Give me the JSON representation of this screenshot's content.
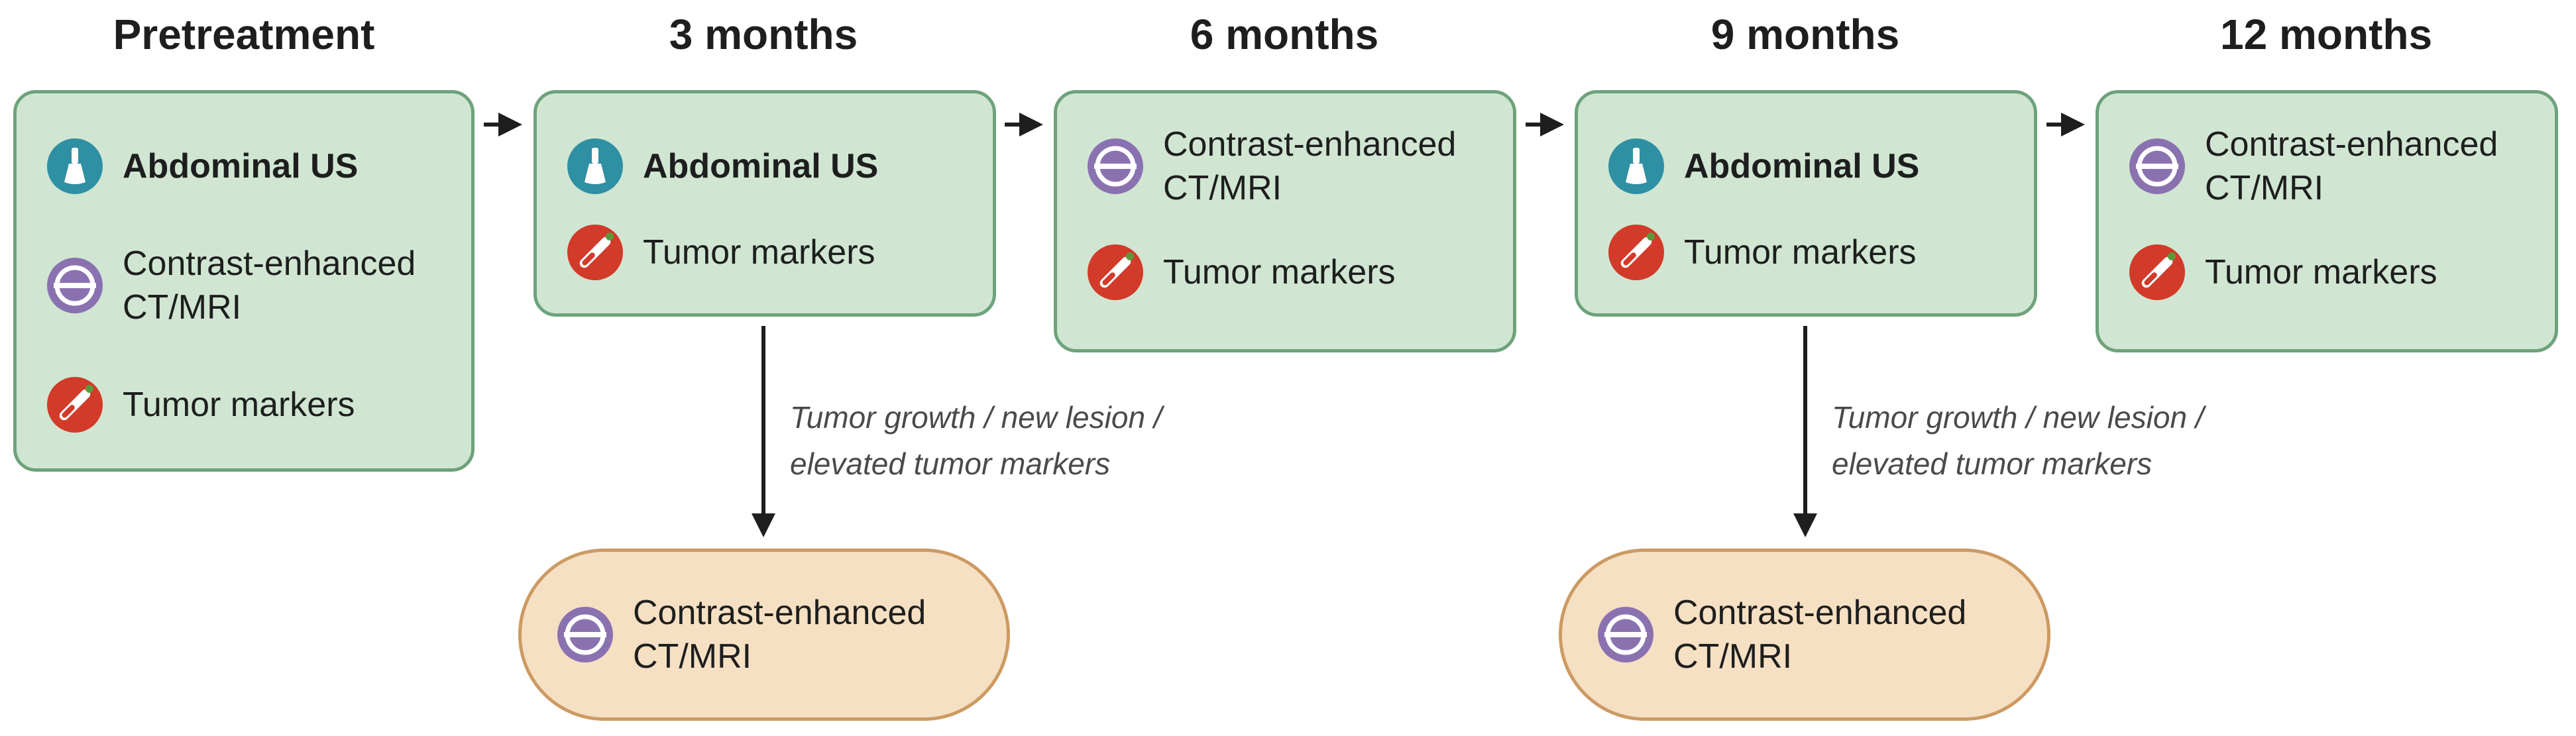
{
  "stages": [
    {
      "title": "Pretreatment",
      "items": [
        {
          "icon": "ultrasound-probe-icon",
          "label": "Abdominal US",
          "bold": true
        },
        {
          "icon": "ct-scanner-icon",
          "label": "Contrast-enhanced\nCT/MRI",
          "bold": false
        },
        {
          "icon": "test-tube-icon",
          "label": "Tumor markers",
          "bold": false
        }
      ]
    },
    {
      "title": "3 months",
      "items": [
        {
          "icon": "ultrasound-probe-icon",
          "label": "Abdominal US",
          "bold": true
        },
        {
          "icon": "test-tube-icon",
          "label": "Tumor markers",
          "bold": false
        }
      ]
    },
    {
      "title": "6 months",
      "items": [
        {
          "icon": "ct-scanner-icon",
          "label": "Contrast-enhanced\nCT/MRI",
          "bold": false
        },
        {
          "icon": "test-tube-icon",
          "label": "Tumor markers",
          "bold": false
        }
      ]
    },
    {
      "title": "9 months",
      "items": [
        {
          "icon": "ultrasound-probe-icon",
          "label": "Abdominal US",
          "bold": true
        },
        {
          "icon": "test-tube-icon",
          "label": "Tumor markers",
          "bold": false
        }
      ]
    },
    {
      "title": "12 months",
      "items": [
        {
          "icon": "ct-scanner-icon",
          "label": "Contrast-enhanced\nCT/MRI",
          "bold": false
        },
        {
          "icon": "test-tube-icon",
          "label": "Tumor markers",
          "bold": false
        }
      ]
    }
  ],
  "branches": [
    {
      "from_stage": 1,
      "condition": "Tumor growth / new lesion /\nelevated tumor markers",
      "result": {
        "icon": "ct-scanner-icon",
        "label": "Contrast-enhanced\nCT/MRI"
      }
    },
    {
      "from_stage": 3,
      "condition": "Tumor growth / new lesion /\nelevated tumor markers",
      "result": {
        "icon": "ct-scanner-icon",
        "label": "Contrast-enhanced\nCT/MRI"
      }
    }
  ],
  "colors": {
    "stage_fill": "#d0e6d2",
    "stage_border": "#6ea27b",
    "result_fill": "#f6e0c3",
    "result_border": "#cc9a62",
    "ultrasound_icon": "#2f8fa3",
    "ct_icon": "#8a72b0",
    "marker_icon": "#d23a2a",
    "arrow": "#1e1e1e"
  }
}
